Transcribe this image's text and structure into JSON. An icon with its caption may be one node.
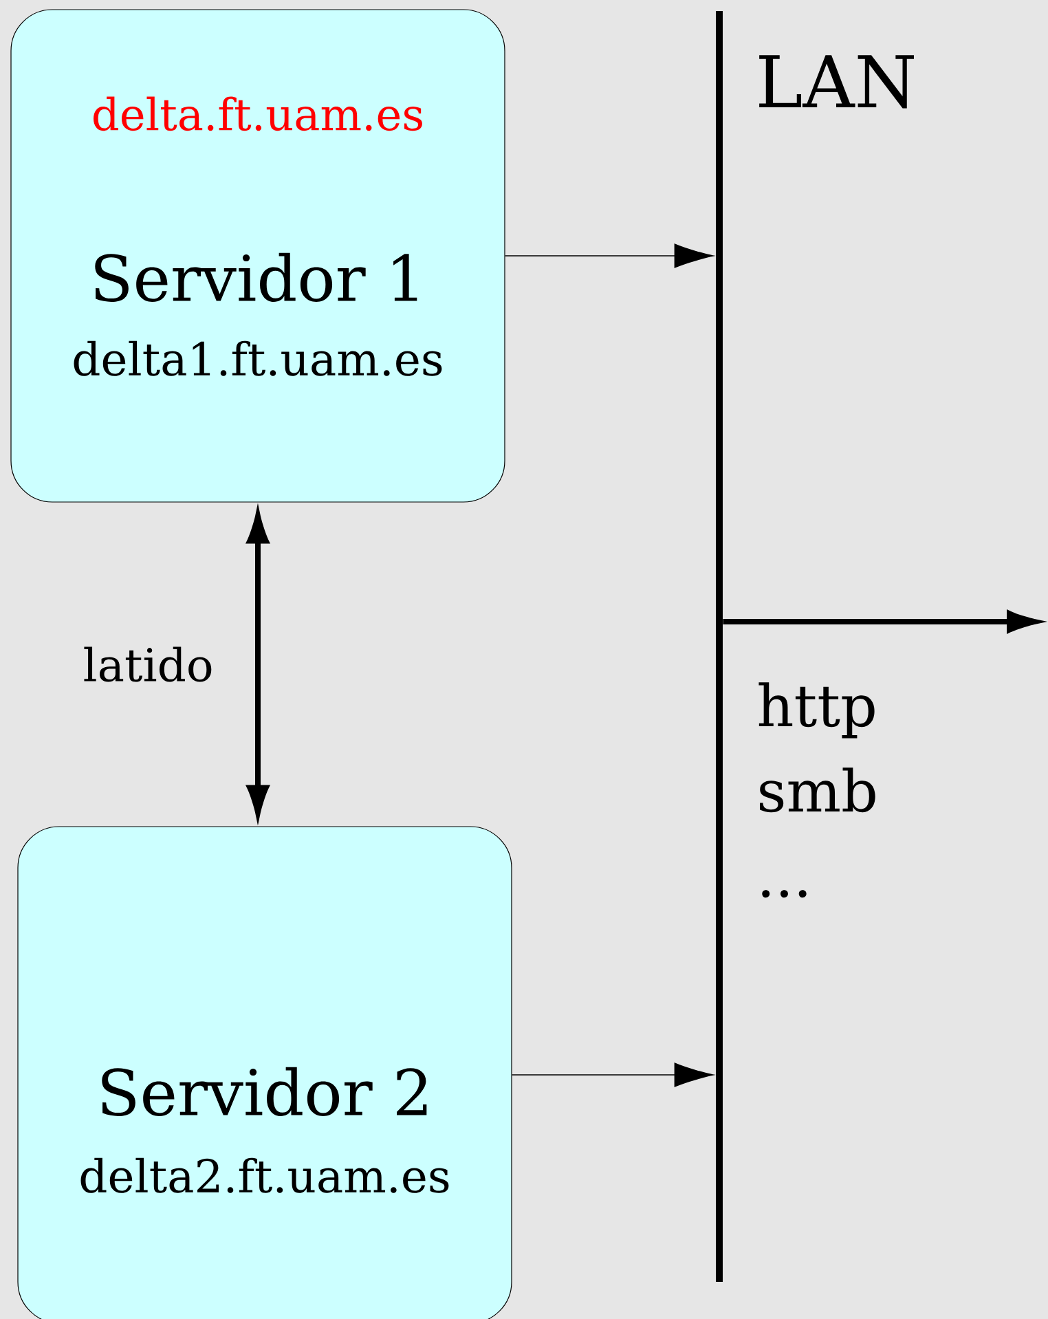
{
  "diagram": {
    "nodes": [
      {
        "text": [
          "delta.ft.uam.es",
          "Servidor 1",
          "delta1.ft.uam.es"
        ]
      },
      {
        "text": [
          "Servidor 2",
          "delta2.ft.uam.es"
        ]
      },
      {
        "text": [
          "LAN"
        ]
      }
    ],
    "edges": [
      {
        "from": 0,
        "to": 2,
        "arrow": "to"
      },
      {
        "from": 1,
        "to": 2,
        "arrow": "to"
      },
      {
        "from": 0,
        "to": 1,
        "arrow": "both",
        "label": "latido",
        "style": "thick"
      },
      {
        "from": 2,
        "to": null,
        "arrow": "to",
        "style": "thick"
      }
    ],
    "labels": [
      "http",
      "smb",
      "..."
    ]
  }
}
